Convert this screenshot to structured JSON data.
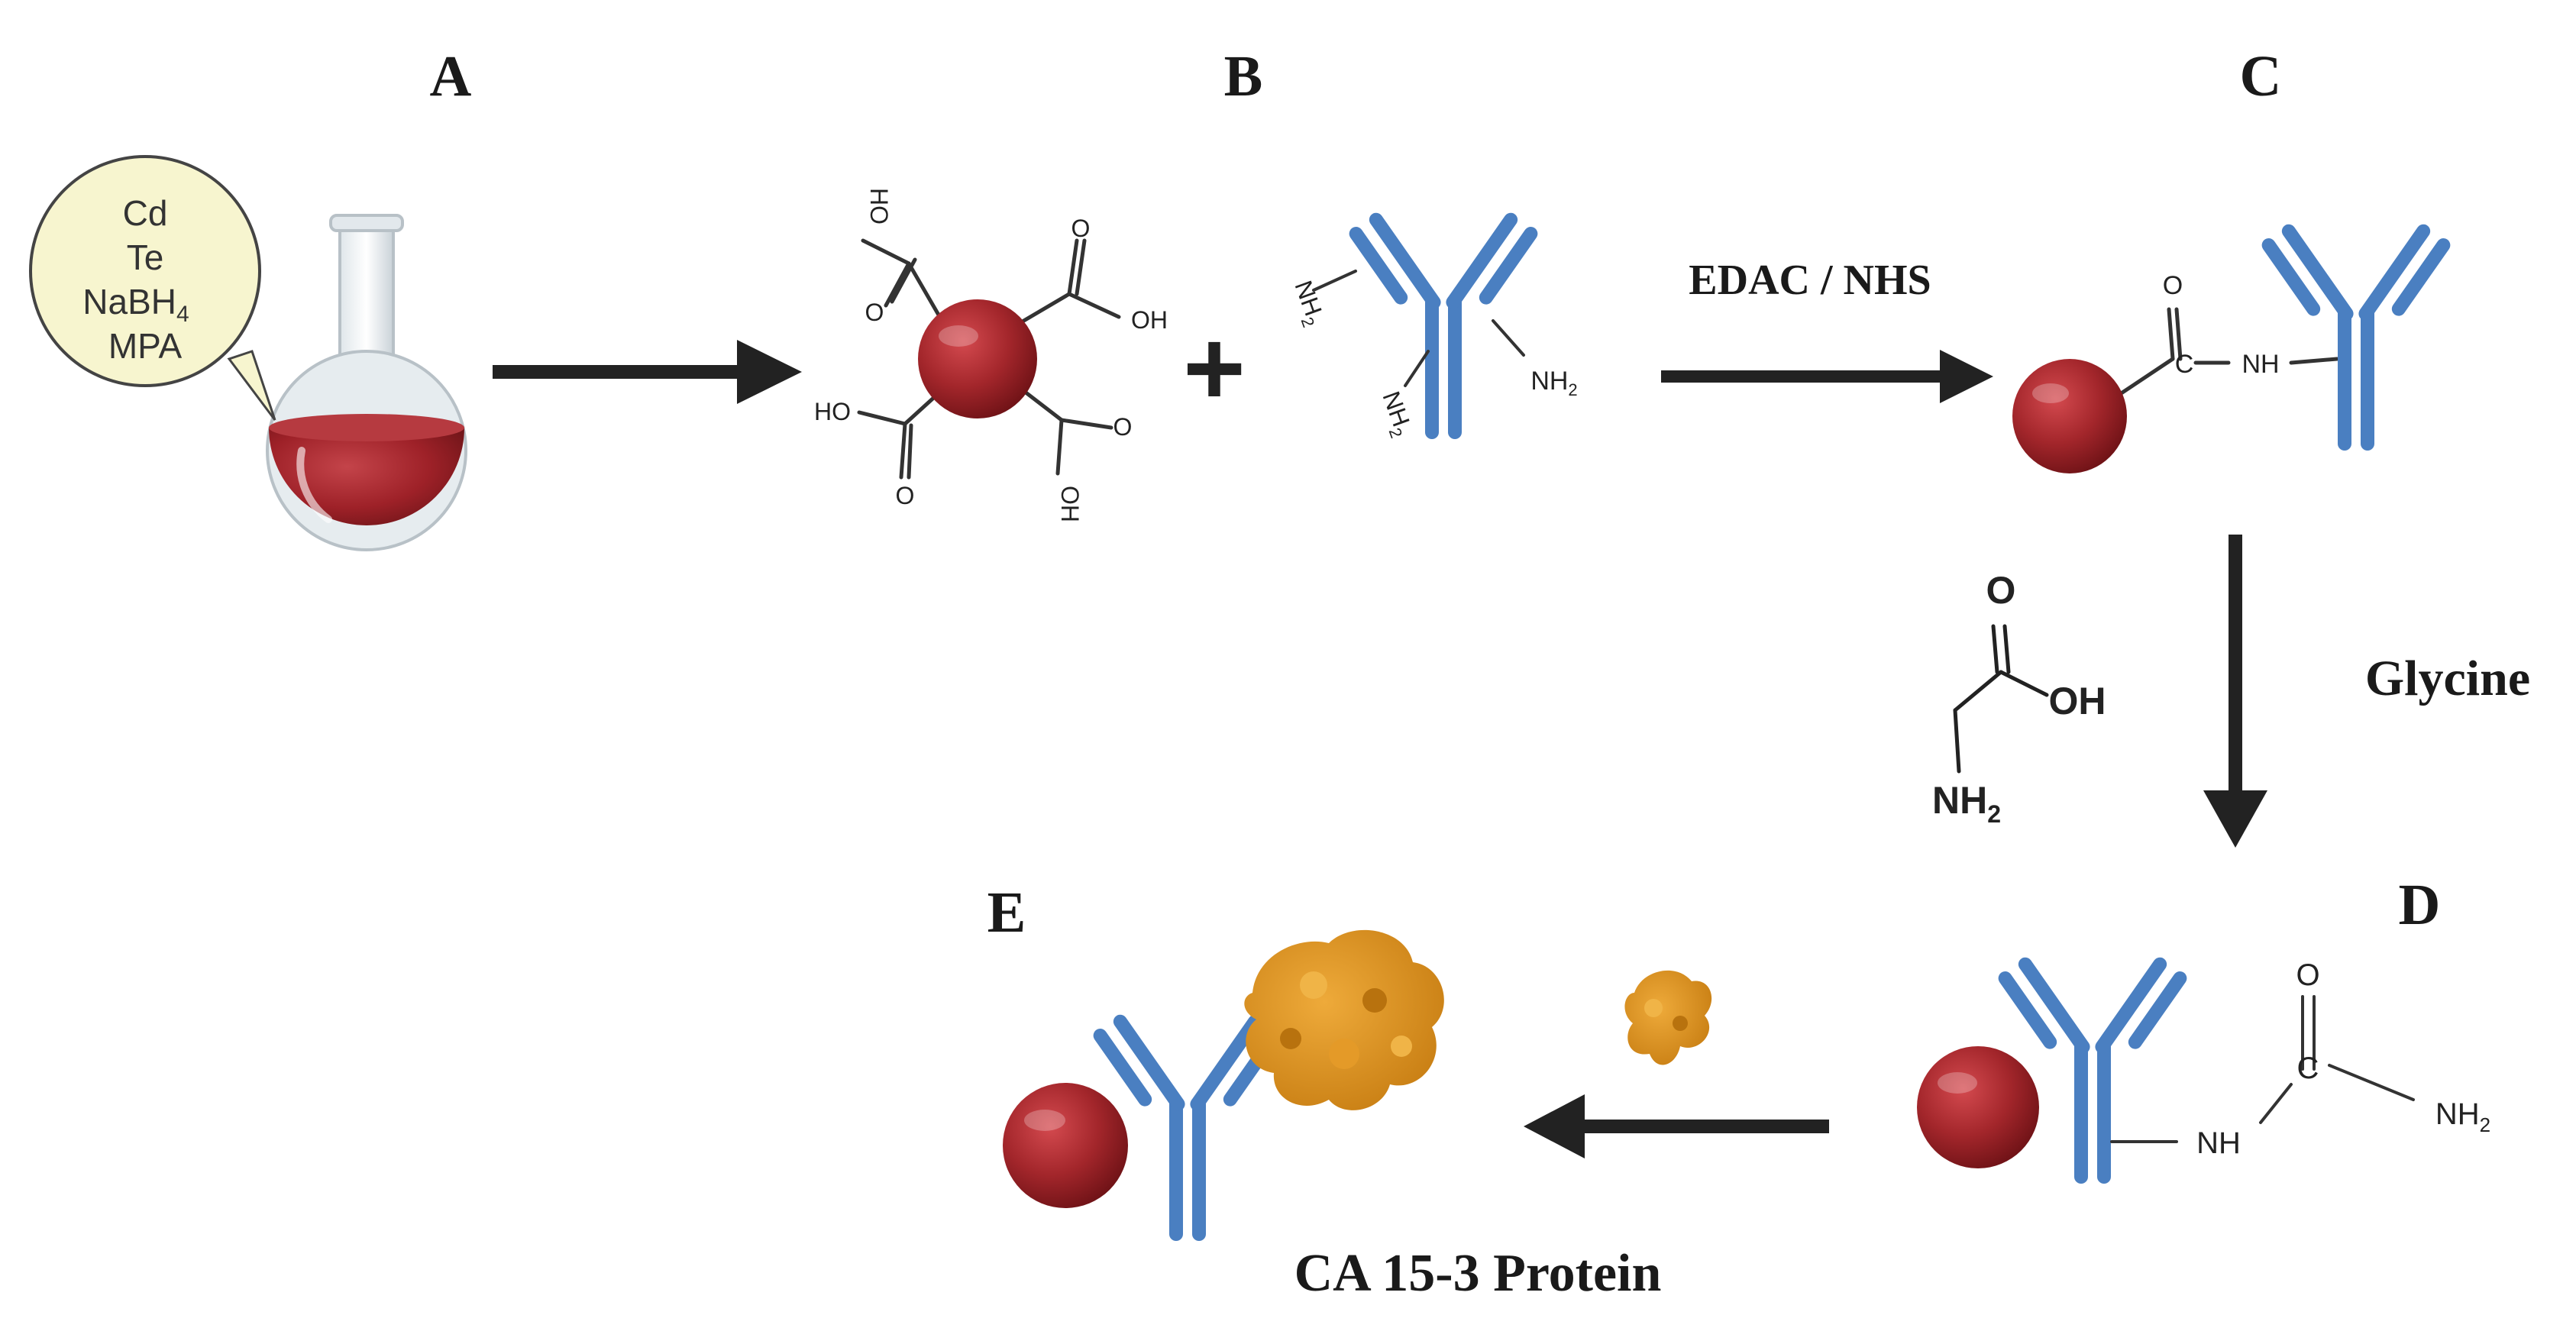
{
  "panels": {
    "a": {
      "label": "A"
    },
    "b": {
      "label": "B"
    },
    "c": {
      "label": "C"
    },
    "d": {
      "label": "D"
    },
    "e": {
      "label": "E"
    }
  },
  "reagents": {
    "flask_contents": [
      "Cd",
      "Te",
      "NaBH",
      "MPA"
    ],
    "flask_subscript": "4",
    "edac_nhs": "EDAC / NHS",
    "glycine": "Glycine",
    "protein": "CA 15-3 Protein"
  },
  "chem_labels": {
    "ho": "HO",
    "oh": "OH",
    "o": "O",
    "nh": "NH",
    "nh2": "NH",
    "sub2": "2",
    "c": "C",
    "plus": "+"
  },
  "colors": {
    "antibody": "#4a7fc1",
    "quantum_dot": "#a3262b",
    "protein": "#d88f1c",
    "flask_liquid": "#9e2128",
    "arrow": "#222222",
    "bubble": "#f7f5cf"
  }
}
